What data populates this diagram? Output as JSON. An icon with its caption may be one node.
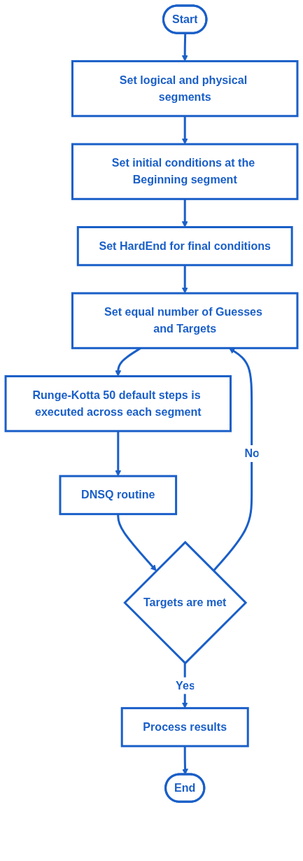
{
  "diagram": {
    "nodes": [
      {
        "text": [
          "Start"
        ]
      },
      {
        "text": [
          "Set logical and physical segments"
        ]
      },
      {
        "text": [
          "Set initial conditions at the Beginning segment"
        ]
      },
      {
        "text": [
          "Set HardEnd for final conditions"
        ]
      },
      {
        "text": [
          "Set equal number of Guesses and Targets"
        ]
      },
      {
        "text": [
          "Runge-Kotta 50 default steps is executed across each segment"
        ]
      },
      {
        "text": [
          "DNSQ routine"
        ]
      },
      {
        "text": [
          "Targets are met"
        ]
      },
      {
        "text": [
          "Process results"
        ]
      },
      {
        "text": [
          "End"
        ]
      }
    ],
    "edges": [
      {
        "from": 0,
        "to": 1,
        "arrow": "to"
      },
      {
        "from": 1,
        "to": 2,
        "arrow": "to"
      },
      {
        "from": 2,
        "to": 3,
        "arrow": "to"
      },
      {
        "from": 3,
        "to": 4,
        "arrow": "to"
      },
      {
        "from": 4,
        "to": 5,
        "arrow": "to"
      },
      {
        "from": 5,
        "to": 6,
        "arrow": "to"
      },
      {
        "from": 6,
        "to": 7,
        "arrow": "to"
      },
      {
        "from": 7,
        "to": 4,
        "label": "No",
        "arrow": "to"
      },
      {
        "from": 7,
        "to": 8,
        "label": "Yes",
        "arrow": "to"
      },
      {
        "from": 8,
        "to": 9,
        "arrow": "to"
      }
    ]
  }
}
